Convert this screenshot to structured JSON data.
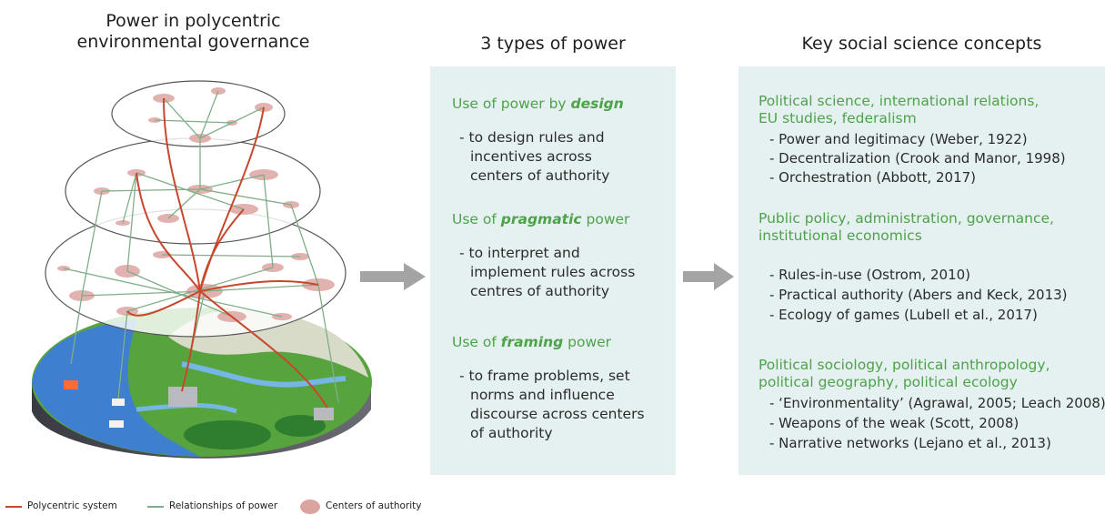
{
  "left": {
    "title_line1": "Power in polycentric",
    "title_line2": "environmental governance",
    "legend": {
      "polycentric": "Polycentric system",
      "relationships": "Relationships of power",
      "centers": "Centers of authority"
    },
    "colors": {
      "polycentric": "#c8472c",
      "relationships": "#7fae88",
      "centers": "#dca4a1"
    }
  },
  "middle": {
    "title": "3 types of power",
    "design": {
      "prefix": "Use of power by ",
      "emph": "design",
      "lines": [
        "- to design rules and",
        "incentives across",
        "centers of authority"
      ]
    },
    "pragmatic": {
      "prefix": "Use of ",
      "emph": "pragmatic",
      "suffix": " power",
      "lines": [
        "- to interpret and",
        "implement rules across",
        "centres of authority"
      ]
    },
    "framing": {
      "prefix": "Use of ",
      "emph": "framing",
      "suffix": " power",
      "lines": [
        "- to frame problems, set",
        "norms and influence",
        "discourse across centers",
        "of authority"
      ]
    }
  },
  "right": {
    "title": "Key social science concepts",
    "groups": [
      {
        "heading": [
          "Political science, international relations,",
          "EU studies, federalism"
        ],
        "items": [
          "- Power and legitimacy (Weber, 1922)",
          "- Decentralization (Crook and Manor, 1998)",
          "- Orchestration (Abbott, 2017)"
        ]
      },
      {
        "heading": [
          "Public policy, administration, governance,",
          "institutional economics"
        ],
        "items": [
          "- Rules-in-use (Ostrom, 2010)",
          "- Practical authority (Abers and Keck, 2013)",
          "- Ecology of games (Lubell et al., 2017)"
        ]
      },
      {
        "heading": [
          "Political sociology, political anthropology,",
          "political geography, political ecology"
        ],
        "items": [
          "- ‘Environmentality’ (Agrawal, 2005; Leach 2008)",
          "- Weapons of the weak (Scott, 2008)",
          "- Narrative networks (Lejano et al., 2013)"
        ]
      }
    ]
  },
  "colors": {
    "accent_green": "#4ea24a",
    "panel_bg": "#e5f1f0",
    "arrow_grey": "#a4a4a4"
  }
}
